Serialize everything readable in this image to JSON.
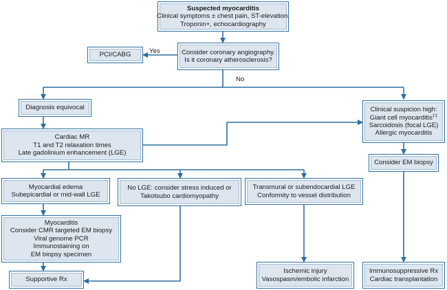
{
  "boxes": {
    "suspected": {
      "title": "Suspected myocarditis",
      "lines": [
        "Clinical symptoms ± chest pain, ST-elevation,",
        "Troponin+, echocardiography"
      ]
    },
    "angiography": {
      "lines": [
        "Consider coronary angiography.",
        "Is it coronary atherosclerosis?"
      ]
    },
    "pci": {
      "lines": [
        "PCI/CABG"
      ]
    },
    "equivocal": {
      "lines": [
        "Diagnosis equivocal"
      ]
    },
    "suspicion_high": {
      "lines": [
        "Clinical suspicion high:",
        "Giant cell myocarditis",
        "Sarcoidosis (focal LGE)",
        "Allergic myocarditis"
      ],
      "footnote_mark": "‡‡"
    },
    "cardiac_mr": {
      "lines": [
        "Cardiac MR",
        "T1 and T2 relaxation times",
        "Late gadolinium enhancement (LGE)"
      ]
    },
    "em_biopsy": {
      "lines": [
        "Consider EM biopsy"
      ]
    },
    "edema": {
      "lines": [
        "Myocardial edema",
        "Subepicardial or mid-wall LGE"
      ]
    },
    "no_lge": {
      "lines": [
        "No LGE: consider stress induced or",
        "Takotsubo cardiomyopathy"
      ]
    },
    "transmural": {
      "lines": [
        "Transmural or subendocardial LGE",
        "Conformity to vessel distribution"
      ]
    },
    "myocarditis": {
      "lines": [
        "Myocarditis",
        "Consider CMR targeted EM biopsy",
        "Viral genome PCR",
        "Immunostaining on",
        "EM biopsy specimen"
      ]
    },
    "supportive": {
      "lines": [
        "Supportive Rx"
      ]
    },
    "ischemic": {
      "lines": [
        "Ischemic injury",
        "Vasospasm/embolic infarction"
      ]
    },
    "immuno": {
      "lines": [
        "Immunosuppressive Rx",
        "Cardiac transplantation"
      ]
    }
  },
  "labels": {
    "yes": "Yes",
    "no": "No"
  },
  "colors": {
    "box_fill": "#dde6ef",
    "border": "#2f6e9e",
    "arrow": "#2f6e9e"
  }
}
